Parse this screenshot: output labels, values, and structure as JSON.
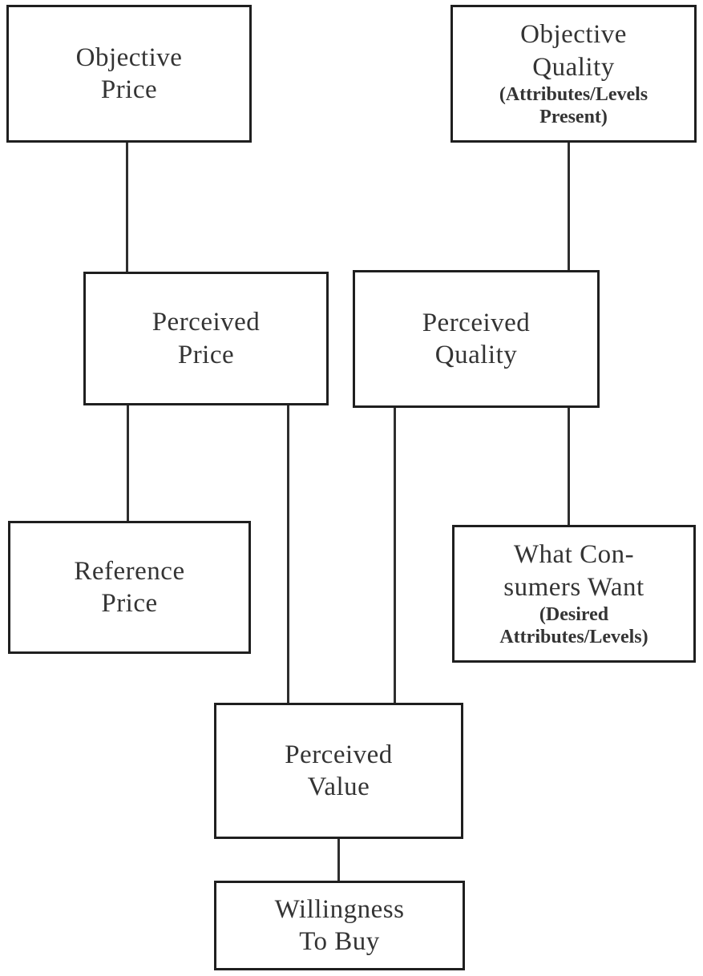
{
  "diagram": {
    "type": "flowchart",
    "background_color": "#ffffff",
    "border_color": "#1f1f1f",
    "line_color": "#2e2e2e",
    "text_color": "#343434",
    "nodes": {
      "objective_price": {
        "main": [
          "Objective",
          "Price"
        ]
      },
      "objective_quality": {
        "main": [
          "Objective",
          "Quality"
        ],
        "sub": [
          "(Attributes/Levels",
          "Present)"
        ]
      },
      "perceived_price": {
        "main": [
          "Perceived",
          "Price"
        ]
      },
      "perceived_quality": {
        "main": [
          "Perceived",
          "Quality"
        ]
      },
      "reference_price": {
        "main": [
          "Reference",
          "Price"
        ]
      },
      "what_consumers_want": {
        "main": [
          "What Con-",
          "sumers Want"
        ],
        "sub": [
          "(Desired",
          "Attributes/Levels)"
        ]
      },
      "perceived_value": {
        "main": [
          "Perceived",
          "Value"
        ]
      },
      "willingness_to_buy": {
        "main": [
          "Willingness",
          "To Buy"
        ]
      }
    },
    "edges": [
      {
        "from": "objective_price",
        "to": "perceived_price"
      },
      {
        "from": "objective_quality",
        "to": "perceived_quality"
      },
      {
        "from": "perceived_price",
        "to": "reference_price"
      },
      {
        "from": "perceived_price",
        "to": "perceived_value"
      },
      {
        "from": "perceived_quality",
        "to": "what_consumers_want"
      },
      {
        "from": "perceived_quality",
        "to": "perceived_value"
      },
      {
        "from": "perceived_value",
        "to": "willingness_to_buy"
      }
    ]
  }
}
